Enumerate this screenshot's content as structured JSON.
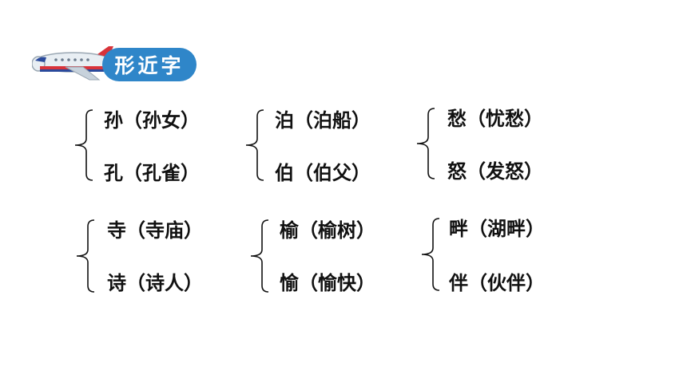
{
  "header": {
    "title": "形近字",
    "colors": {
      "pill": "#2f86c9",
      "plane_body": "#e8eef3",
      "plane_stripe_red": "#d8333a",
      "plane_stripe_blue": "#2a4a9c"
    }
  },
  "groups": [
    {
      "items": [
        {
          "text": "孙（孙女）"
        },
        {
          "text": "孔（孔雀）"
        }
      ]
    },
    {
      "items": [
        {
          "text": "泊（泊船）"
        },
        {
          "text": "伯（伯父）"
        }
      ]
    },
    {
      "items": [
        {
          "text": "愁（忧愁）"
        },
        {
          "text": "怒（发怒）"
        }
      ]
    },
    {
      "items": [
        {
          "text": "寺（寺庙）"
        },
        {
          "text": "诗（诗人）"
        }
      ]
    },
    {
      "items": [
        {
          "text": "榆（榆树）"
        },
        {
          "text": "愉（愉快）"
        }
      ]
    },
    {
      "items": [
        {
          "text": "畔（湖畔）"
        },
        {
          "text": "伴（伙伴）"
        }
      ]
    }
  ]
}
